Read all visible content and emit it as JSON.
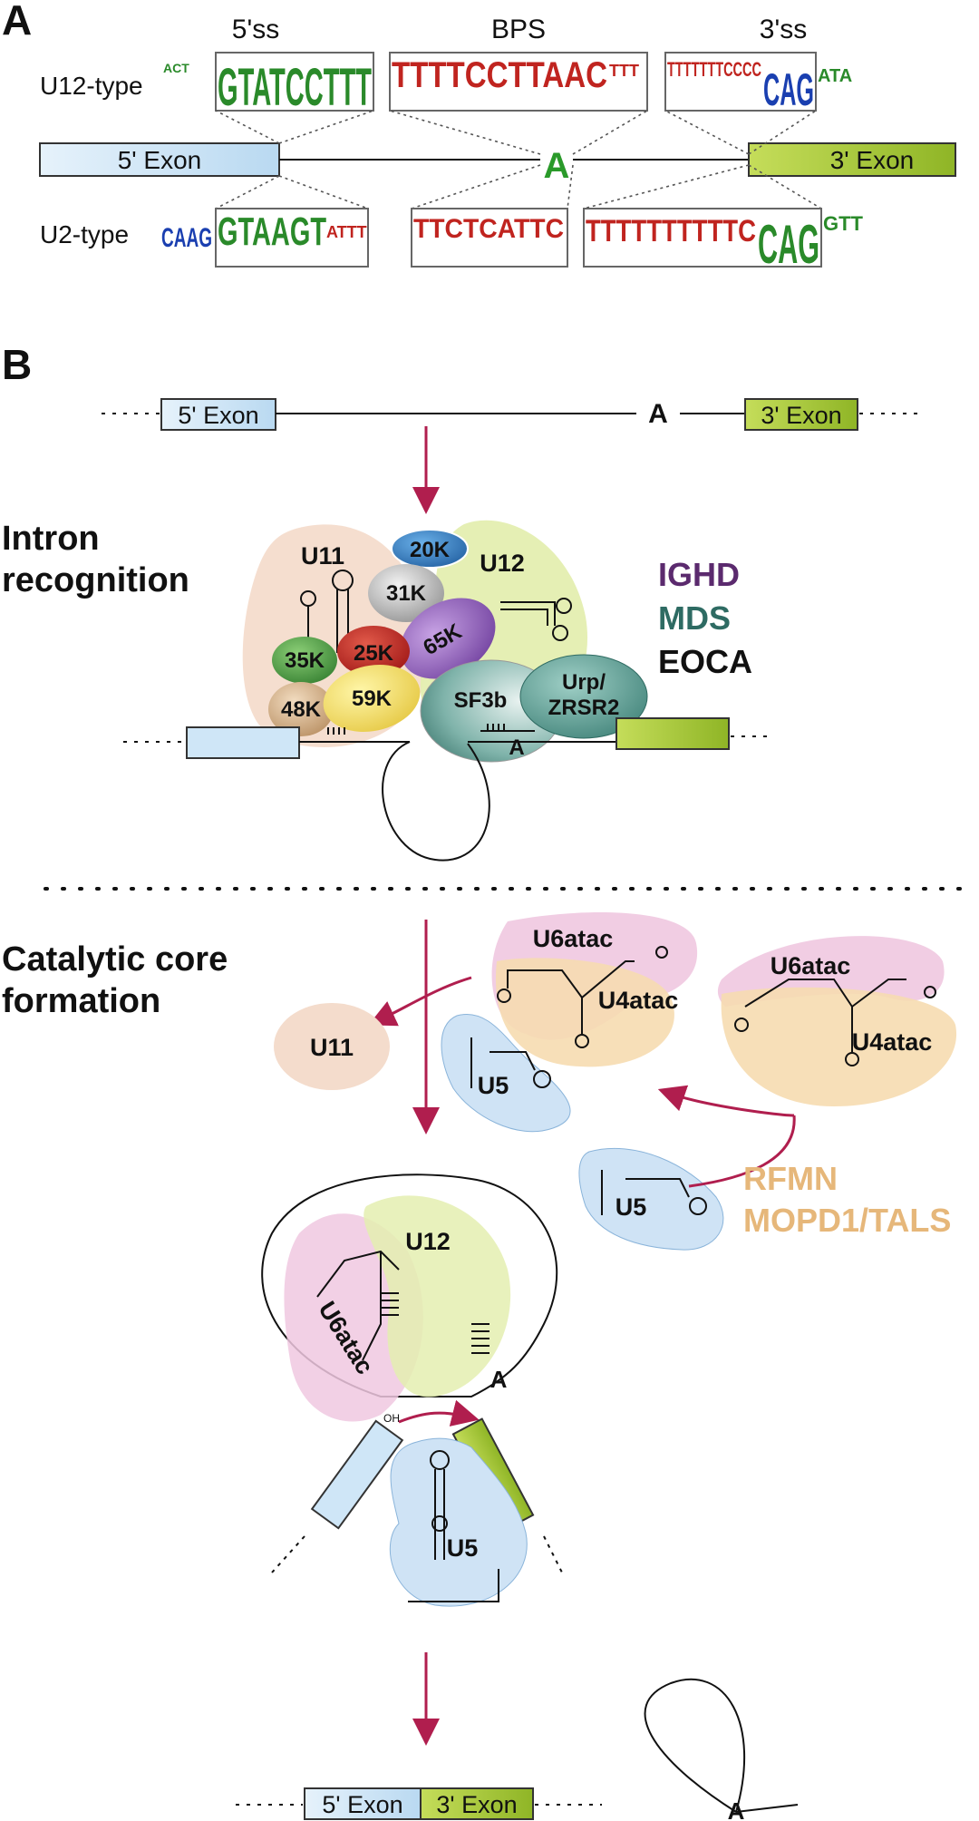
{
  "panel_a": {
    "letter": "A",
    "site_labels": {
      "five_ss": "5'ss",
      "bps": "BPS",
      "three_ss": "3'ss"
    },
    "u12_label": "U12-type",
    "u2_label": "U2-type",
    "exon5": "5' Exon",
    "exon3": "3' Exon",
    "branch_a": "A",
    "logos": {
      "u12_5ss": "GTATCCTTT",
      "u12_5ss_flank": "ACT",
      "u12_bps": "TTTTCCTTAAC",
      "u12_bps_flank": "TTT",
      "u12_3ss": "CAG",
      "u12_3ss_upstream": "TTTTTTTCCCC",
      "u12_3ss_flank": "ATA",
      "u2_5ss_flank": "CAAG",
      "u2_5ss": "GTAAGT",
      "u2_5ss_tail": "ATTT",
      "u2_bps": "TTCTCATTC",
      "u2_3ss_upstream": "TTTTTTTTTTC",
      "u2_3ss": "CAG",
      "u2_3ss_flank": "GTT"
    }
  },
  "panel_b": {
    "letter": "B",
    "top_exon5": "5' Exon",
    "top_exon3": "3' Exon",
    "top_branch_a": "A",
    "intron_recognition": [
      "Intron",
      "recognition"
    ],
    "proteins": {
      "u11": "U11",
      "u12": "U12",
      "k20": "20K",
      "k31": "31K",
      "k65": "65K",
      "k25": "25K",
      "k35": "35K",
      "k48": "48K",
      "k59": "59K",
      "sf3b": "SF3b",
      "urp": [
        "Urp/",
        "ZRSR2"
      ],
      "branch_a": "A"
    },
    "diseases_1": [
      {
        "text": "IGHD",
        "color": "#5b2a6e"
      },
      {
        "text": "MDS",
        "color": "#2e6b63"
      },
      {
        "text": "EOCA",
        "color": "#111111"
      }
    ],
    "catalytic_core": [
      "Catalytic core",
      "formation"
    ],
    "snrnas": {
      "u6atac": "U6atac",
      "u4atac": "U4atac",
      "u5": "U5",
      "u11": "U11",
      "u12": "U12",
      "core_u6atac": "U6atac",
      "core_u5": "U5",
      "core_a": "A",
      "oh": "OH"
    },
    "diseases_2": [
      {
        "text": "RFMN",
        "color": "#e6b77a"
      },
      {
        "text": "MOPD1/TALS",
        "color": "#e6b77a"
      }
    ],
    "bottom_exon5": "5' Exon",
    "bottom_exon3": "3' Exon",
    "lariat_a": "A"
  },
  "colors": {
    "arrow": "#b01e4e",
    "exon5_fill": "#cfe6f7",
    "exon3_fill": "#a6c73a",
    "u11_fill": "#f4dccc",
    "u12_fill": "#e4eeb0",
    "u6_fill": "#f0c8e0",
    "u4_fill": "#f6dcb0",
    "u5_fill": "#cfe3f5"
  }
}
